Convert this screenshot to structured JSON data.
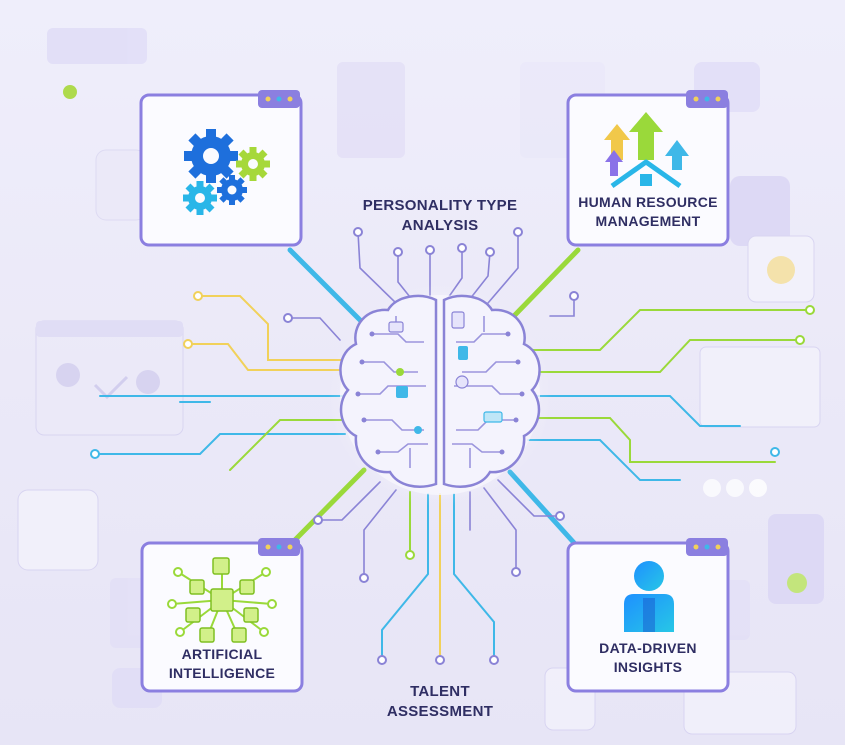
{
  "diagram": {
    "center_label": "PERSONALITY TYPE\nANALYSIS",
    "bottom_label": "TALENT\nASSESSMENT",
    "cards": [
      {
        "id": "automation",
        "label": "",
        "icon": "gears-icon"
      },
      {
        "id": "hr",
        "label": "HUMAN RESOURCE\nMANAGEMENT",
        "icon": "growth-arrows-house-icon"
      },
      {
        "id": "ai",
        "label": "ARTIFICIAL\nINTELLIGENCE",
        "icon": "network-cubes-icon"
      },
      {
        "id": "data",
        "label": "DATA-DRIVEN\nINSIGHTS",
        "icon": "person-icon"
      }
    ],
    "colors": {
      "frame": "#8b7fe0",
      "card_bg": "#fbfbff",
      "brain": "#8a83d6",
      "blue": "#3fb8e8",
      "green": "#9ad93a",
      "yellow": "#f1d15a",
      "text": "#2f2e63"
    }
  }
}
